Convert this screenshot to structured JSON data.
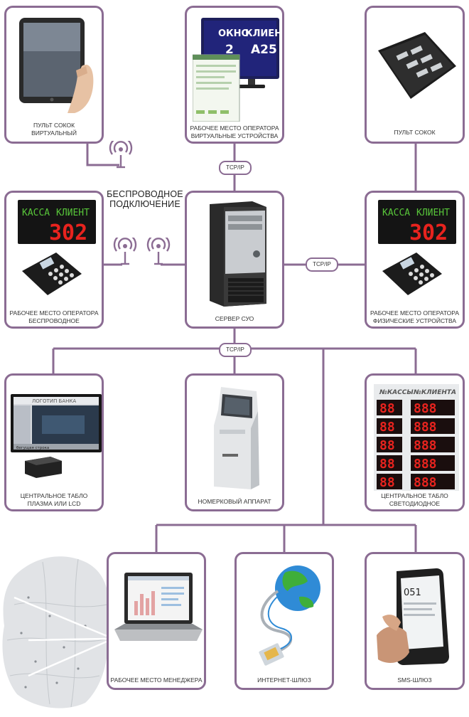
{
  "wireless": [
    "БЕСПРОВОДНОЕ",
    "ПОДКЛЮЧЕНИЕ"
  ],
  "tags": {
    "top": "TCP/IP",
    "middle": "TCP/IP",
    "bottom": "TCP/IP"
  },
  "nodes": {
    "virtual_remote": [
      "ПУЛЬТ СОКОК",
      "ВИРТУАЛЬНЫЙ"
    ],
    "virtual_operator": [
      "РАБОЧЕЕ МЕСТО ОПЕРАТОРА",
      "ВИРТУАЛЬНЫЕ УСТРОЙСТВА"
    ],
    "physical_remote": [
      "ПУЛЬТ СОКОК"
    ],
    "wireless_operator": [
      "РАБОЧЕЕ МЕСТО ОПЕРАТОРА",
      "БЕСПРОВОДНОЕ ПОДКЛЮЧЕНИЕ"
    ],
    "server": [
      "СЕРВЕР СУО"
    ],
    "physical_operator": [
      "РАБОЧЕЕ МЕСТО ОПЕРАТОРА",
      "ФИЗИЧЕСКИЕ УСТРОЙСТВА"
    ],
    "plasma_board": [
      "ЦЕНТРАЛЬНОЕ ТАБЛО",
      "ПЛАЗМА ИЛИ LCD"
    ],
    "ticket_kiosk": [
      "НОМЕРКОВЫЙ АППАРАТ"
    ],
    "led_board": [
      "ЦЕНТРАЛЬНОЕ ТАБЛО",
      "СВЕТОДИОДНОЕ"
    ],
    "manager": [
      "РАБОЧЕЕ МЕСТО МЕНЕДЖЕРА"
    ],
    "internet_gateway": [
      "ИНТЕРНЕТ-ШЛЮЗ"
    ],
    "sms_gateway": [
      "SMS-ШЛЮЗ"
    ]
  },
  "screen_texts": {
    "window_label": "ОКНО",
    "client_label": "КЛИЕНТ",
    "window_number": "2",
    "client_number": "A25",
    "kassa": "КАССА",
    "klient": "КЛИЕНТ",
    "queue_number": "302",
    "bank_logo": "ЛОГОТИП БАНКА",
    "ticker": "бегущая строка",
    "led_col_kassa": "№КАССЫ",
    "led_col_client": "№КЛИЕНТА",
    "led_left": "88",
    "led_right": "888",
    "sms_number": "051"
  },
  "colors": {
    "frame": "#8b6c93",
    "led_red": "#e8231e",
    "led_green": "#58c63a"
  }
}
